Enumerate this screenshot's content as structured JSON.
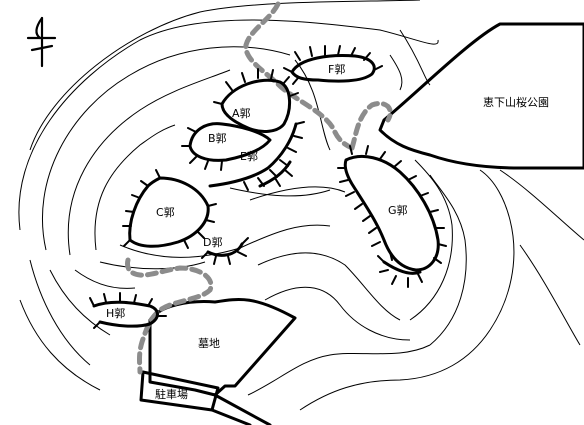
{
  "labels": {
    "kuruwa_a": "A郭",
    "kuruwa_b": "B郭",
    "kuruwa_c": "C郭",
    "kuruwa_d": "D郭",
    "kuruwa_e": "E郭",
    "kuruwa_f": "F郭",
    "kuruwa_g": "G郭",
    "kuruwa_h": "H郭",
    "park": "恵下山桜公園",
    "cemetery": "墓地",
    "parking": "駐車場"
  },
  "colors": {
    "ink": "#000000",
    "trail": "#8c8c8c",
    "paper": "#ffffff"
  },
  "icons": {
    "north": "north-arrow-icon"
  }
}
